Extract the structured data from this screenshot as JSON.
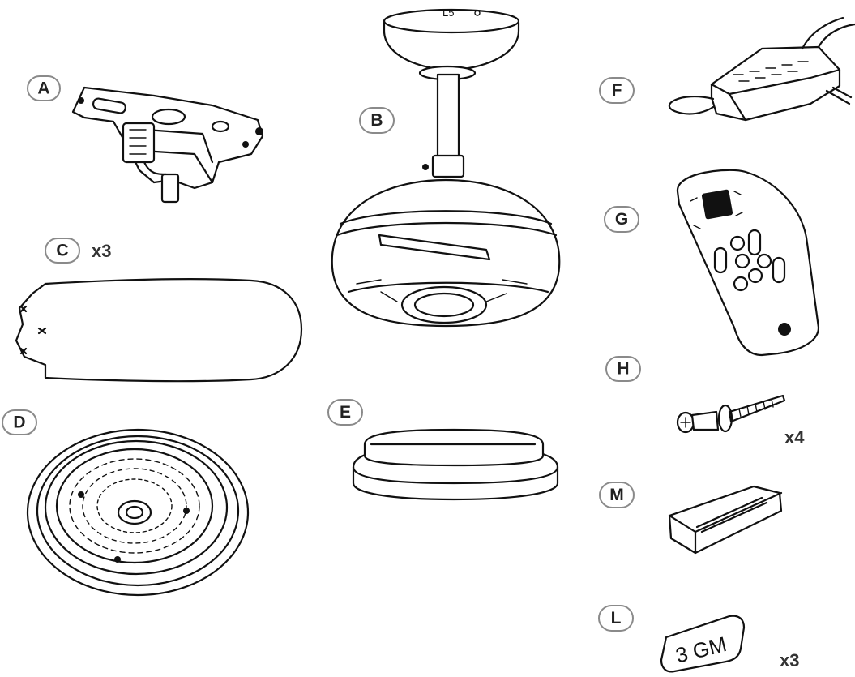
{
  "parts": {
    "A": {
      "label": "A"
    },
    "B": {
      "label": "B"
    },
    "C": {
      "label": "C",
      "quantity": "x3"
    },
    "D": {
      "label": "D"
    },
    "E": {
      "label": "E"
    },
    "F": {
      "label": "F"
    },
    "G": {
      "label": "G"
    },
    "H": {
      "label": "H",
      "quantity": "x4"
    },
    "M": {
      "label": "M"
    },
    "L": {
      "label": "L",
      "quantity": "x3",
      "weight_text": "3 GM"
    }
  }
}
